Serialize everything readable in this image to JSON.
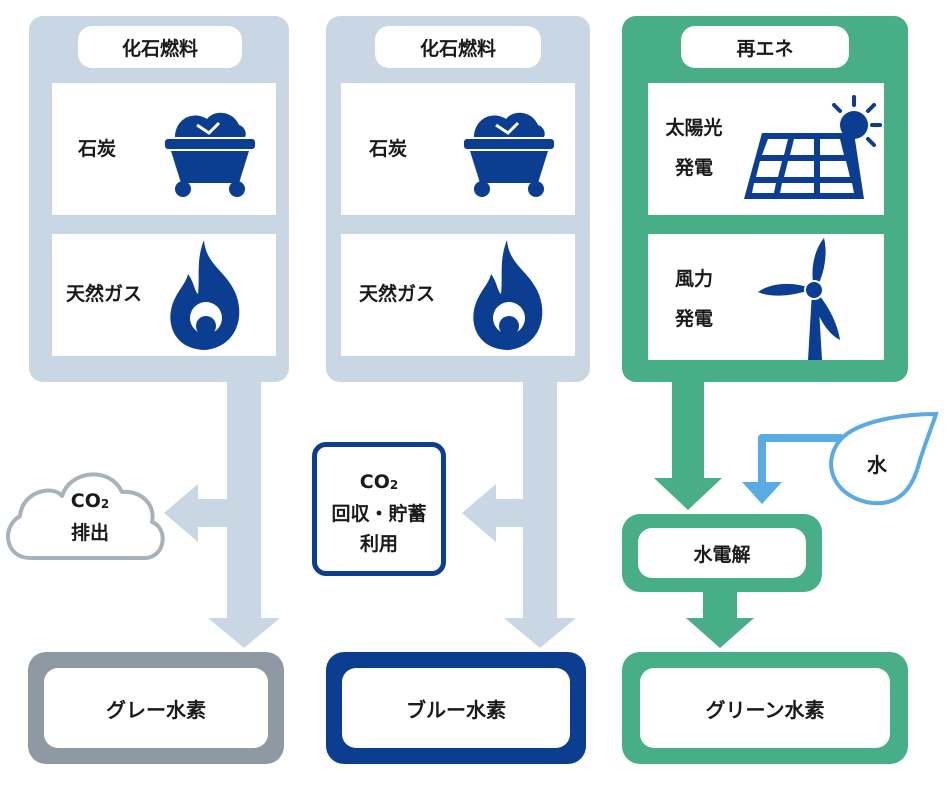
{
  "colors": {
    "fossil": "#c8d7e3",
    "renewable": "#47ae87",
    "blue": "#0b3d91",
    "gray": "#8f99a3",
    "water": "#5aaae6"
  },
  "columns": [
    {
      "header": "化石燃料",
      "items": [
        {
          "label": "石炭",
          "icon": "coal-cart-icon"
        },
        {
          "label": "天然ガス",
          "icon": "flame-icon"
        }
      ]
    },
    {
      "header": "化石燃料",
      "items": [
        {
          "label": "石炭",
          "icon": "coal-cart-icon"
        },
        {
          "label": "天然ガス",
          "icon": "flame-icon"
        }
      ]
    },
    {
      "header": "再エネ",
      "items": [
        {
          "label_line1": "太陽光",
          "label_line2": "発電",
          "icon": "solar-panel-icon"
        },
        {
          "label_line1": "風力",
          "label_line2": "発電",
          "icon": "wind-turbine-icon"
        }
      ]
    }
  ],
  "co2_emission": {
    "co": "CO",
    "sub": "2",
    "label": "排出"
  },
  "co2_capture": {
    "co": "CO",
    "sub": "2",
    "line2": "回収・貯蓄",
    "line3": "利用"
  },
  "electrolysis": "水電解",
  "water": "水",
  "outputs": {
    "gray": "グレー水素",
    "blue": "ブルー水素",
    "green": "グリーン水素"
  }
}
